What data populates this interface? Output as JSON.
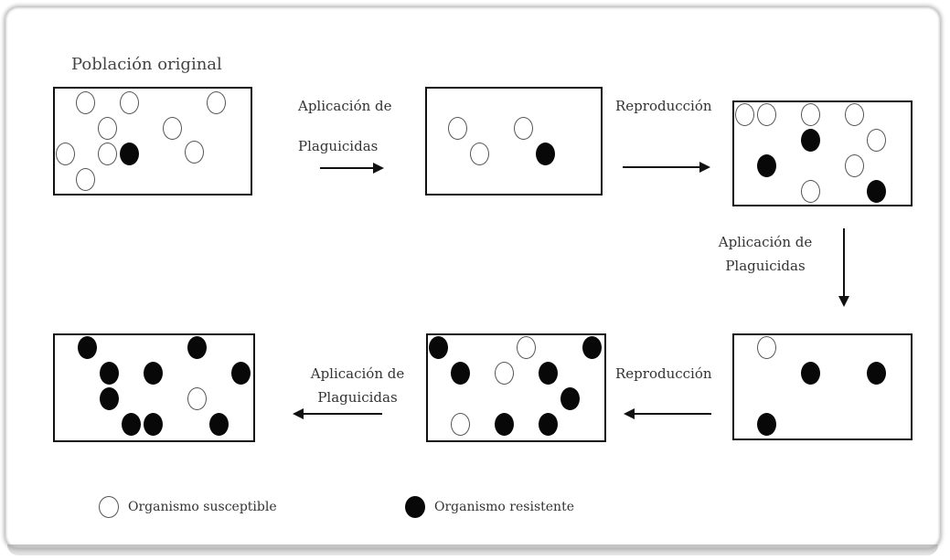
{
  "diagram": {
    "title": "Población original",
    "step_application": [
      "Aplicación de",
      "Plaguicidas"
    ],
    "step_reproduction": "Reproducción",
    "legend": {
      "susceptible": "Organismo susceptible",
      "resistant": "Organismo resistente"
    },
    "colors": {
      "resistant": "#080808",
      "susceptible": "#ffffff",
      "stroke": "#111111"
    }
  }
}
